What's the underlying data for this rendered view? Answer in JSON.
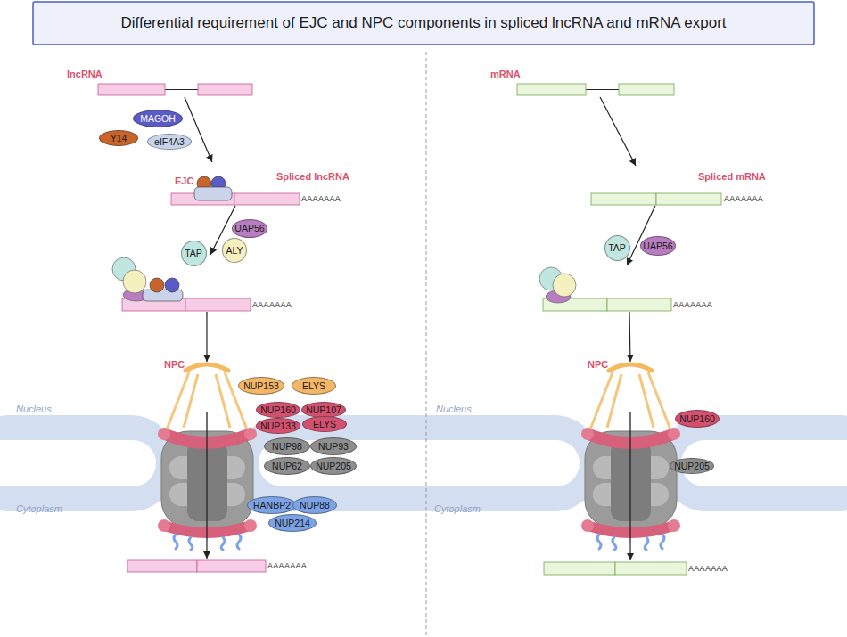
{
  "diagram": {
    "title": "Differential requirement of EJC and NPC components in spliced lncRNA and mRNA export",
    "nodes": [
      {
        "text": [
          "lncRNA"
        ]
      },
      {
        "text": [
          "MAGOH"
        ]
      },
      {
        "text": [
          "Y14"
        ]
      },
      {
        "text": [
          "eIF4A3"
        ]
      },
      {
        "text": [
          "EJC",
          "Spliced lncRNA",
          "AAAAAAA"
        ]
      },
      {
        "text": [
          "UAP56"
        ]
      },
      {
        "text": [
          "TAP"
        ]
      },
      {
        "text": [
          "ALY"
        ]
      },
      {
        "text": [
          "AAAAAAA"
        ]
      },
      {
        "text": [
          "NPC"
        ]
      },
      {
        "text": [
          "NUP153"
        ]
      },
      {
        "text": [
          "ELYS"
        ]
      },
      {
        "text": [
          "NUP160"
        ]
      },
      {
        "text": [
          "NUP107"
        ]
      },
      {
        "text": [
          "NUP133"
        ]
      },
      {
        "text": [
          "ELYS"
        ]
      },
      {
        "text": [
          "NUP98"
        ]
      },
      {
        "text": [
          "NUP93"
        ]
      },
      {
        "text": [
          "NUP62"
        ]
      },
      {
        "text": [
          "NUP205"
        ]
      },
      {
        "text": [
          "RANBP2"
        ]
      },
      {
        "text": [
          "NUP88"
        ]
      },
      {
        "text": [
          "NUP214"
        ]
      },
      {
        "text": [
          "AAAAAAA"
        ]
      },
      {
        "text": [
          "mRNA"
        ]
      },
      {
        "text": [
          "Spliced mRNA",
          "AAAAAAA"
        ]
      },
      {
        "text": [
          "TAP"
        ]
      },
      {
        "text": [
          "UAP56"
        ]
      },
      {
        "text": [
          "AAAAAAA"
        ]
      },
      {
        "text": [
          "NPC"
        ]
      },
      {
        "text": [
          "NUP160"
        ]
      },
      {
        "text": [
          "NUP205"
        ]
      },
      {
        "text": [
          "AAAAAAA"
        ]
      }
    ],
    "edges": [
      {
        "from": 0,
        "to": 4,
        "arrow": "to"
      },
      {
        "from": 4,
        "to": 8,
        "arrow": "to"
      },
      {
        "from": 8,
        "to": 9,
        "arrow": "to"
      },
      {
        "from": 9,
        "to": 23,
        "arrow": "to"
      },
      {
        "from": 24,
        "to": 25,
        "arrow": "to"
      },
      {
        "from": 25,
        "to": 28,
        "arrow": "to"
      },
      {
        "from": 28,
        "to": 29,
        "arrow": "to"
      },
      {
        "from": 29,
        "to": 32,
        "arrow": "to"
      }
    ],
    "labels": [
      "Nucleus",
      "Cytoplasm",
      "Nucleus",
      "Cytoplasm"
    ]
  }
}
